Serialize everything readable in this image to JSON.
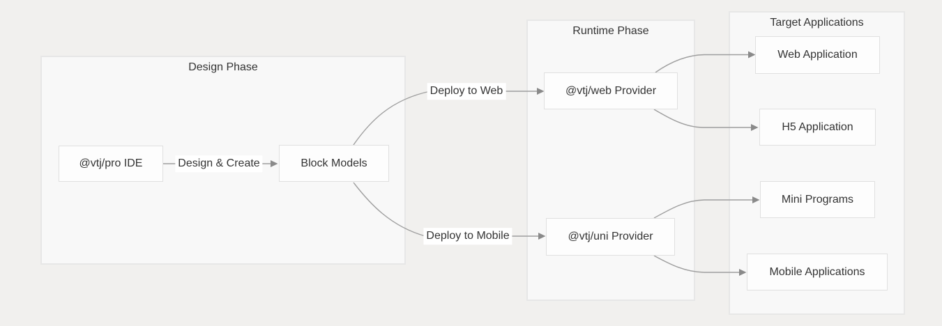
{
  "diagram": {
    "type": "flowchart",
    "direction": "left-to-right",
    "clusters": [
      {
        "id": "design-phase",
        "label": "Design Phase"
      },
      {
        "id": "runtime-phase",
        "label": "Runtime Phase"
      },
      {
        "id": "target-applications",
        "label": "Target Applications"
      }
    ],
    "nodes": [
      {
        "id": "vtj-pro-ide",
        "label": "@vtj/pro IDE",
        "cluster": "Design Phase"
      },
      {
        "id": "block-models",
        "label": "Block Models",
        "cluster": "Design Phase"
      },
      {
        "id": "vtj-web-provider",
        "label": "@vtj/web Provider",
        "cluster": "Runtime Phase"
      },
      {
        "id": "vtj-uni-provider",
        "label": "@vtj/uni Provider",
        "cluster": "Runtime Phase"
      },
      {
        "id": "web-application",
        "label": "Web Application",
        "cluster": "Target Applications"
      },
      {
        "id": "h5-application",
        "label": "H5 Application",
        "cluster": "Target Applications"
      },
      {
        "id": "mini-programs",
        "label": "Mini Programs",
        "cluster": "Target Applications"
      },
      {
        "id": "mobile-applications",
        "label": "Mobile Applications",
        "cluster": "Target Applications"
      }
    ],
    "edges": [
      {
        "from": "@vtj/pro IDE",
        "to": "Block Models",
        "label": "Design & Create"
      },
      {
        "from": "Block Models",
        "to": "@vtj/web Provider",
        "label": "Deploy to Web"
      },
      {
        "from": "Block Models",
        "to": "@vtj/uni Provider",
        "label": "Deploy to Mobile"
      },
      {
        "from": "@vtj/web Provider",
        "to": "Web Application",
        "label": ""
      },
      {
        "from": "@vtj/web Provider",
        "to": "H5 Application",
        "label": ""
      },
      {
        "from": "@vtj/uni Provider",
        "to": "Mini Programs",
        "label": ""
      },
      {
        "from": "@vtj/uni Provider",
        "to": "Mobile Applications",
        "label": ""
      }
    ],
    "colors": {
      "page_background": "#f1f0ee",
      "cluster_fill": "#f8f8f8",
      "cluster_border": "#e7e7e7",
      "node_fill": "#fdfdfd",
      "node_border": "#e0e0e0",
      "edge_line": "#9e9e9e",
      "arrowhead": "#8a8a8a",
      "text": "#333333",
      "label_background": "#ffffff"
    }
  }
}
